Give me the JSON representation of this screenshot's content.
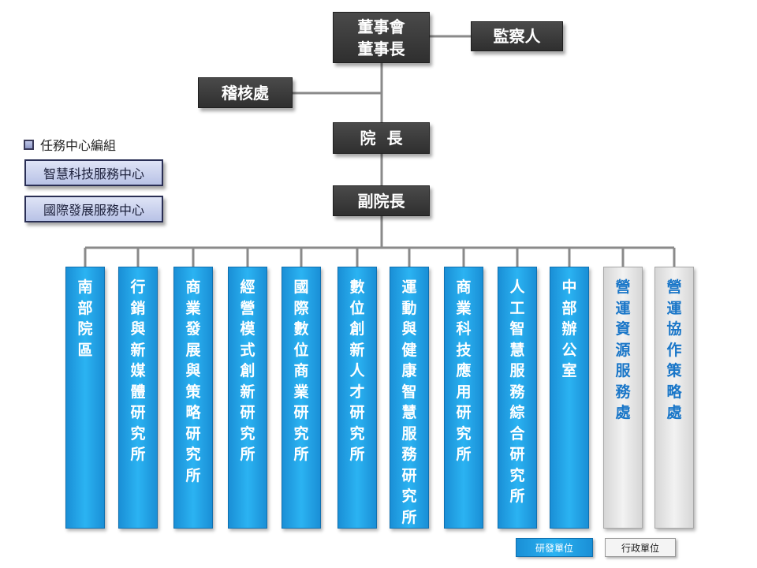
{
  "board": "董事會\n董事長",
  "supervisor": "監察人",
  "audit": "稽核處",
  "president": "院  長",
  "vice_president": "副院長",
  "task_legend": "任務中心編組",
  "task_centers": [
    "智慧科技服務中心",
    "國際發展服務中心"
  ],
  "units": [
    {
      "label": "南部院區",
      "type": "rd"
    },
    {
      "label": "行銷與新媒體研究所",
      "type": "rd"
    },
    {
      "label": "商業發展與策略研究所",
      "type": "rd"
    },
    {
      "label": "經營模式創新研究所",
      "type": "rd"
    },
    {
      "label": "國際數位商業研究所",
      "type": "rd"
    },
    {
      "label": "數位創新人才研究所",
      "type": "rd"
    },
    {
      "label": "運動與健康智慧服務研究所",
      "type": "rd"
    },
    {
      "label": "商業科技應用研究所",
      "type": "rd"
    },
    {
      "label": "人工智慧服務綜合研究所",
      "type": "rd"
    },
    {
      "label": "中部辦公室",
      "type": "rd"
    },
    {
      "label": "營運資源服務處",
      "type": "admin"
    },
    {
      "label": "營運協作策略處",
      "type": "admin"
    }
  ],
  "legend": {
    "rd": "研發單位",
    "admin": "行政單位"
  },
  "colors": {
    "rd": "#2bb3f2",
    "admin": "#e8e8e8",
    "dark": "#3a3a3a",
    "line": "#8a8a8a"
  }
}
